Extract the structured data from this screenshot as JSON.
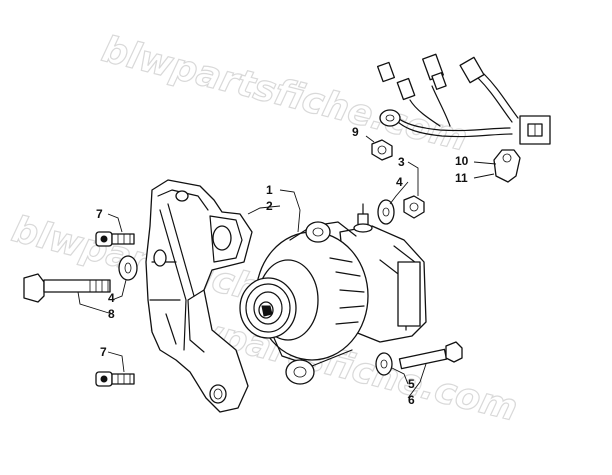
{
  "watermark": {
    "text": "blwpartsfiche.com"
  },
  "callouts": [
    {
      "id": "c1",
      "label": "1"
    },
    {
      "id": "c2",
      "label": "2"
    },
    {
      "id": "c3",
      "label": "3"
    },
    {
      "id": "c4a",
      "label": "4"
    },
    {
      "id": "c4b",
      "label": "4"
    },
    {
      "id": "c5",
      "label": "5"
    },
    {
      "id": "c6",
      "label": "6"
    },
    {
      "id": "c7a",
      "label": "7"
    },
    {
      "id": "c7b",
      "label": "7"
    },
    {
      "id": "c8",
      "label": "8"
    },
    {
      "id": "c9",
      "label": "9"
    },
    {
      "id": "c10",
      "label": "10"
    },
    {
      "id": "c11",
      "label": "11"
    }
  ]
}
